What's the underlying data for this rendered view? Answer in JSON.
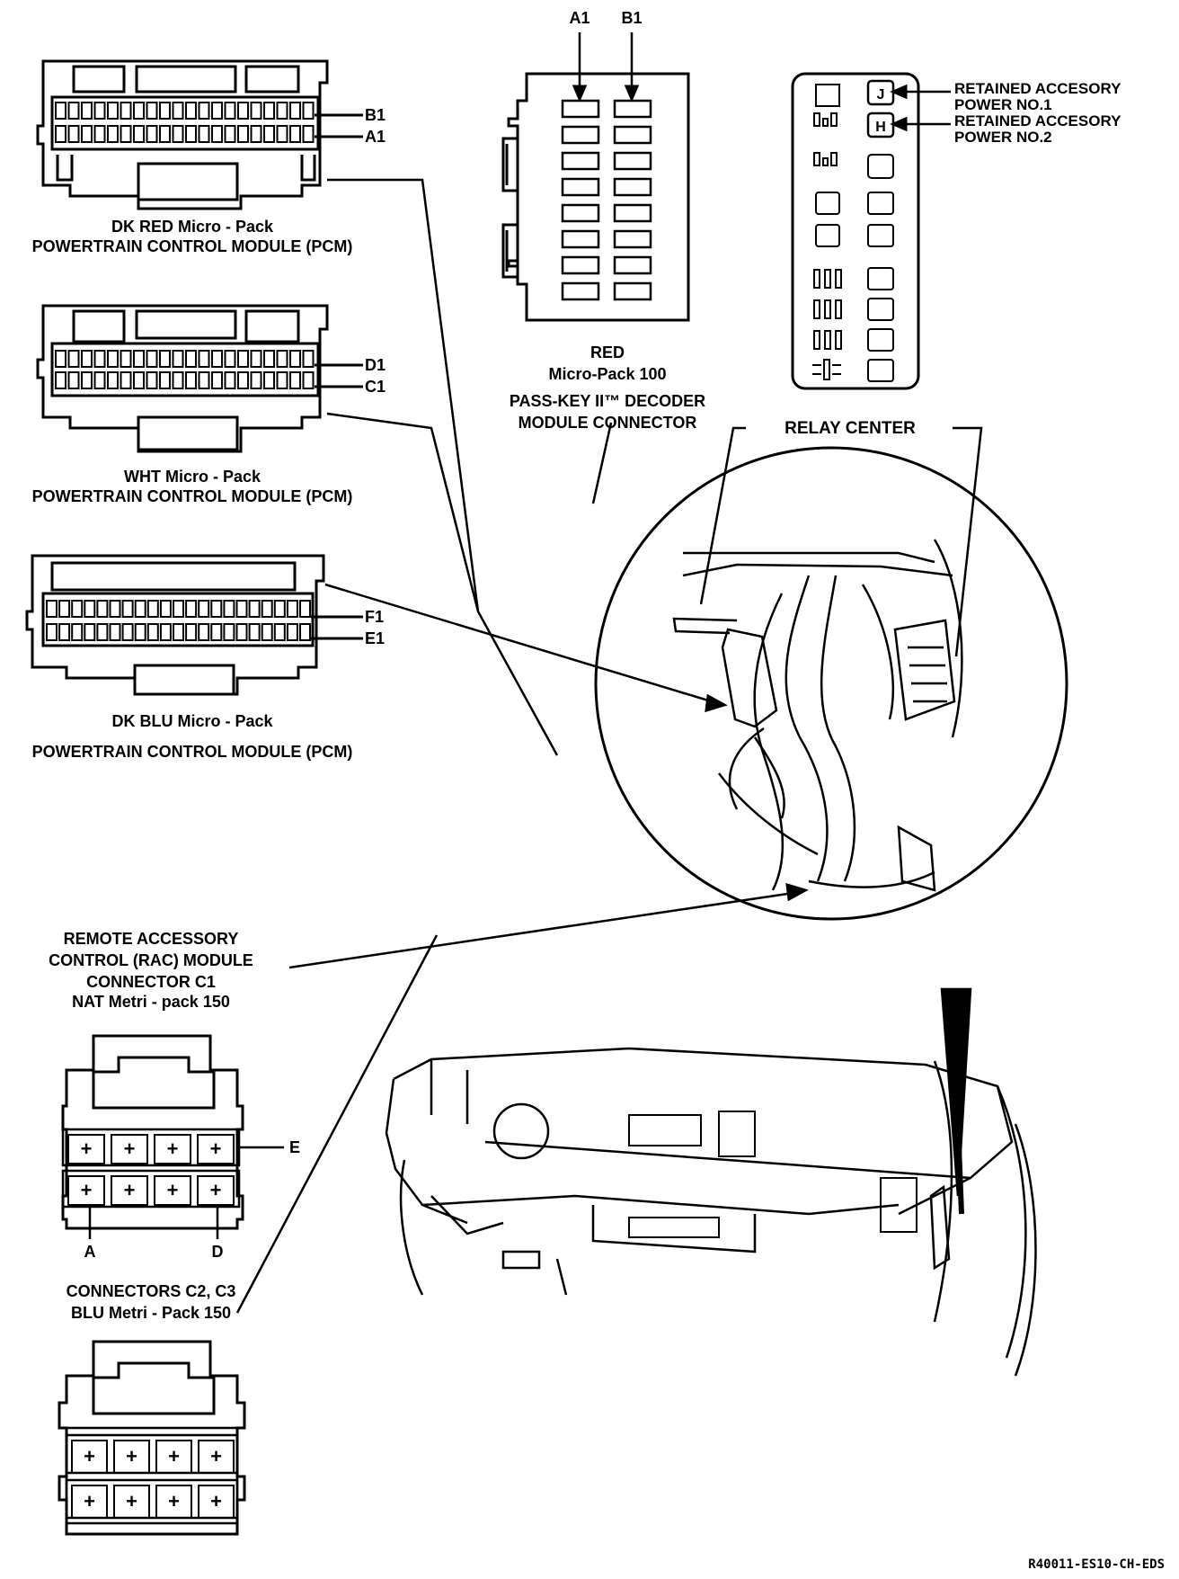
{
  "pcm_connectors": [
    {
      "id": "dk-red",
      "pin_labels": [
        "B1",
        "A1"
      ],
      "caption_line1": "DK RED Micro - Pack",
      "caption_line2": "POWERTRAIN CONTROL MODULE (PCM)"
    },
    {
      "id": "wht",
      "pin_labels": [
        "D1",
        "C1"
      ],
      "caption_line1": "WHT Micro - Pack",
      "caption_line2": "POWERTRAIN CONTROL MODULE (PCM)"
    },
    {
      "id": "dk-blu",
      "pin_labels": [
        "F1",
        "E1"
      ],
      "caption_line1": "DK BLU Micro - Pack",
      "caption_line2": "POWERTRAIN CONTROL MODULE (PCM)"
    }
  ],
  "passkey": {
    "col_labels": [
      "A1",
      "B1"
    ],
    "line1": "RED",
    "line2": "Micro-Pack 100",
    "line3": "PASS-KEY II™ DECODER",
    "line4": "MODULE CONNECTOR"
  },
  "relay": {
    "slot_j": "J",
    "slot_h": "H",
    "retained1_line1": "RETAINED ACCESORY",
    "retained1_line2": "POWER NO.1",
    "retained2_line1": "RETAINED ACCESORY",
    "retained2_line2": "POWER NO.2",
    "center_label": "RELAY CENTER"
  },
  "rac": {
    "line1": "REMOTE ACCESSORY",
    "line2": "CONTROL (RAC) MODULE",
    "line3": "CONNECTOR C1",
    "line4": "NAT Metri - pack 150",
    "row_e": "E",
    "pin_a": "A",
    "pin_d": "D",
    "pin_symbol": "+"
  },
  "c2c3": {
    "line1": "CONNECTORS C2, C3",
    "line2": "BLU Metri - Pack 150",
    "pin_symbol": "+"
  },
  "figure_code": "R40011-ES10-CH-EDS"
}
